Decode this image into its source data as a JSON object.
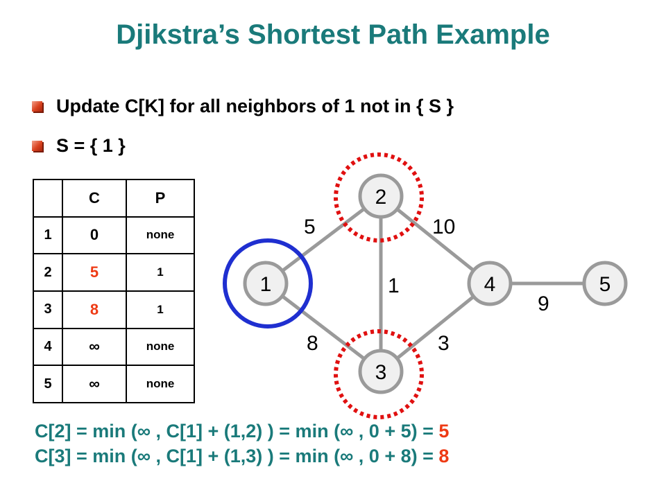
{
  "title": "Djikstra’s Shortest Path Example",
  "bullets": [
    "Update C[K] for all neighbors of 1 not in { S }",
    "S = { 1 }"
  ],
  "table": {
    "headers": [
      "",
      "C",
      "P"
    ],
    "rows": [
      {
        "k": "1",
        "c": "0",
        "p": "none",
        "highlight": false
      },
      {
        "k": "2",
        "c": "5",
        "p": "1",
        "highlight": true
      },
      {
        "k": "3",
        "c": "8",
        "p": "1",
        "highlight": true
      },
      {
        "k": "4",
        "c": "∞",
        "p": "none",
        "highlight": false
      },
      {
        "k": "5",
        "c": "∞",
        "p": "none",
        "highlight": false
      }
    ]
  },
  "graph": {
    "nodes": [
      "1",
      "2",
      "3",
      "4",
      "5"
    ],
    "edges": [
      {
        "from": "1",
        "to": "2",
        "weight": "5"
      },
      {
        "from": "2",
        "to": "4",
        "weight": "10"
      },
      {
        "from": "2",
        "to": "3",
        "weight": "1"
      },
      {
        "from": "1",
        "to": "3",
        "weight": "8"
      },
      {
        "from": "3",
        "to": "4",
        "weight": "3"
      },
      {
        "from": "4",
        "to": "5",
        "weight": "9"
      }
    ],
    "set_node": "1",
    "updated_nodes": [
      "2",
      "3"
    ]
  },
  "equations": [
    {
      "text": "C[2] = min (∞ , C[1] + (1,2) ) = min (∞ , 0 + 5) = ",
      "result": "5"
    },
    {
      "text": "C[3] = min (∞ , C[1] + (1,3) ) = min (∞ , 0 + 8) = ",
      "result": "8"
    }
  ],
  "colors": {
    "title": "#1a7a7a",
    "highlight": "#ee3a14",
    "set_circle": "#1f2fd0",
    "updated_circle": "#e01010",
    "node_fill": "#f0f0f0",
    "node_stroke": "#9a9a9a",
    "edge": "#9a9a9a"
  }
}
